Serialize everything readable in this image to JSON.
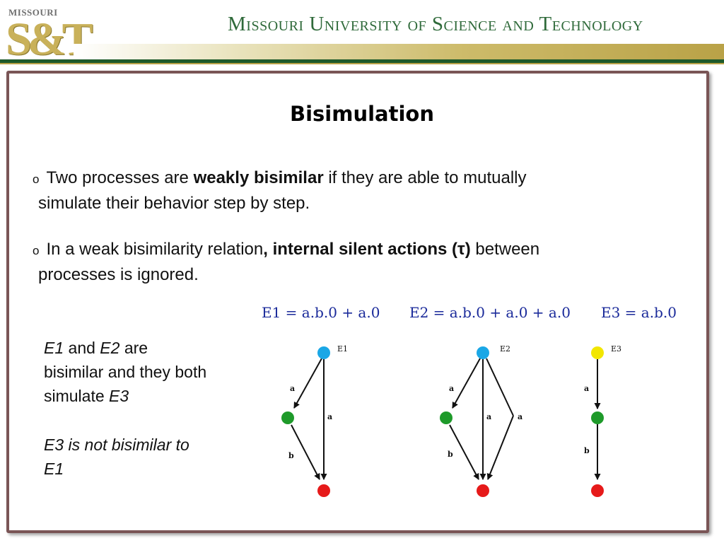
{
  "header": {
    "logo_top": "MISSOURI",
    "logo_mark": "S&T",
    "university": "Missouri University of Science and Technology"
  },
  "slide": {
    "title": "Bisimulation",
    "bullet1": {
      "pre": "Two processes are ",
      "bold": "weakly bisimilar",
      "post": " if they are able to mutually",
      "cont": "simulate their behavior step by step."
    },
    "bullet2": {
      "pre": "In a weak bisimilarity relation",
      "bold": ", internal silent actions (τ)",
      "post": " between",
      "cont": "processes is ignored."
    },
    "formulas": {
      "e1": "E1 = a.b.0 + a.0",
      "e2": "E2 = a.b.0 + a.0 + a.0",
      "e3": "E3 = a.b.0"
    },
    "side_note1": {
      "e1": "E1",
      "and": " and ",
      "e2": "E2",
      "are": " are",
      "line2": "bisimilar and they both",
      "line3_pre": "simulate ",
      "e3": "E3"
    },
    "side_note2": {
      "line1": "E3 is not bisimilar to",
      "line2": "E1"
    }
  },
  "graphs": {
    "g1": {
      "name": "E1",
      "edge_a_left": "a",
      "edge_a_right": "a",
      "edge_b": "b"
    },
    "g2": {
      "name": "E2",
      "edge_a_left": "a",
      "edge_a_mid": "a",
      "edge_a_right": "a",
      "edge_b": "b"
    },
    "g3": {
      "name": "E3",
      "edge_a": "a",
      "edge_b": "b"
    },
    "colors": {
      "start_blue": "#1aa7e6",
      "start_yellow": "#f2e600",
      "mid_green": "#1e9a2a",
      "end_red": "#e61a1a"
    }
  }
}
